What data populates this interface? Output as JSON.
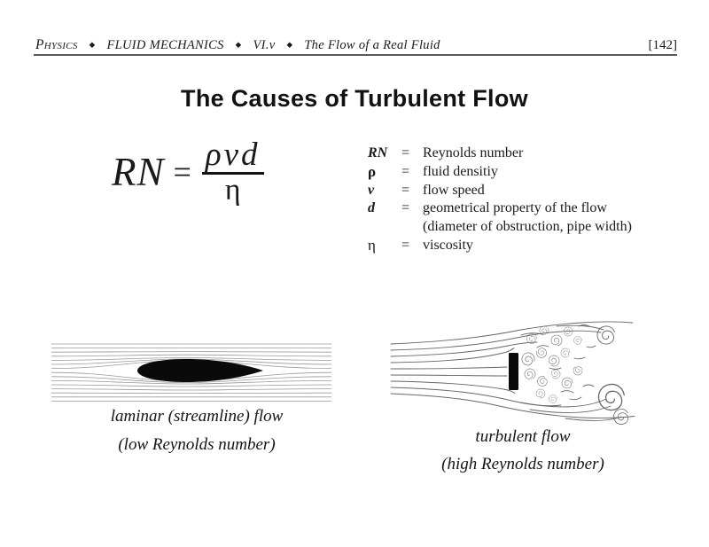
{
  "header": {
    "subject": "Physics",
    "separator": "◆",
    "course": "FLUID MECHANICS",
    "section": "VI.v",
    "chapter": "The Flow of a Real Fluid",
    "page_number": "[142]"
  },
  "title": "The Causes of Turbulent Flow",
  "formula": {
    "lhs": "RN",
    "equals": "=",
    "numerator": "ρvd",
    "denominator": "η"
  },
  "legend": {
    "rows": [
      {
        "symbol": "RN",
        "eq": "=",
        "description": "Reynolds number"
      },
      {
        "symbol": "ρ",
        "eq": "=",
        "description": "fluid densitiy"
      },
      {
        "symbol": "v",
        "eq": "=",
        "description": "flow speed"
      },
      {
        "symbol": "d",
        "eq": "=",
        "description": "geometrical property of the flow"
      },
      {
        "symbol": "",
        "eq": "",
        "description": "(diameter of obstruction, pipe width)"
      },
      {
        "symbol": "η",
        "eq": "=",
        "description": "viscosity"
      }
    ]
  },
  "figures": {
    "laminar": {
      "caption_line1": "laminar (streamline) flow",
      "caption_line2": "(low Reynolds number)"
    },
    "turbulent": {
      "caption_line1": "turbulent flow",
      "caption_line2": "(high Reynolds number)"
    }
  },
  "colors": {
    "text": "#1a1a1a",
    "header_rule": "#5a5a5a",
    "laminar_streamline": "#999999",
    "turbulent_streamline": "#666666",
    "obstacle_fill": "#0a0a0a"
  }
}
